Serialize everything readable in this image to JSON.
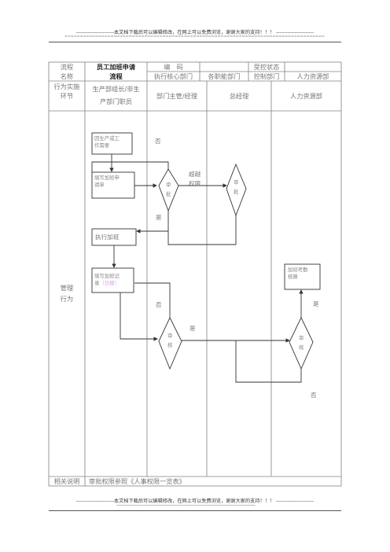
{
  "banner": {
    "top_text": "-----------------------本文档下载后可以编辑修改，在网上可以免费浏览，谢谢大家的支持！！！ -----------------------",
    "top_dashes": "=====================================================================================",
    "bottom_text": "-----------------------本文档下载后可以编辑修改，在网上可以免费浏览，谢谢大家的支持！！！ -----------------------",
    "bottom_dashes": "-------------------------------------------------------------------------------------------------------------------------------"
  },
  "header": {
    "flow_name_label_1": "流程",
    "flow_name_label_2": "名称",
    "flow_name_1": "员工加班申请",
    "flow_name_2": "流程",
    "code_label": "编　码",
    "controlled_status": "受控状态",
    "exec_core_dept": "执行核心部门",
    "each_function_dept": "各职能部门",
    "control_dept": "控制部门",
    "hr_dept": "人力资源部"
  },
  "roles": {
    "label_1": "行为实施",
    "label_2": "环节",
    "role1_1": "生产部组长/非生",
    "role1_2": "产部门职员",
    "role2": "部门主管/经理",
    "role3": "总经理",
    "role4": "人力资源部"
  },
  "behavior": {
    "label_1": "管理",
    "label_2": "行为"
  },
  "flow": {
    "start_box_1": "因生产或工",
    "start_box_2": "作需要",
    "apply_box_1": "填写加班申",
    "apply_box_2": "请单",
    "approve1_1": "审",
    "approve1_2": "批",
    "approve2_1": "审",
    "approve2_2": "批",
    "exceed_1": "超越",
    "exceed_2": "权限",
    "no_1": "否",
    "yes_1": "是",
    "execute_box": "执行加班",
    "record_box_1": "填写加班记",
    "record_box_2": "录",
    "record_box_3": "（日报）",
    "no_2": "否",
    "yes_2": "是",
    "review1_1": "审",
    "review1_2": "核",
    "hr_box_1": "加班考勤",
    "hr_box_2": "核算",
    "yes_3": "是",
    "review2_1": "审",
    "review2_2": "核",
    "no_3": "否"
  },
  "footer": {
    "related_label": "相关说明",
    "related_text": "审批权限参照《人事权限一览表》"
  },
  "colors": {
    "line": "#555555",
    "text": "#777777",
    "highlight": "#d7a0e8"
  }
}
